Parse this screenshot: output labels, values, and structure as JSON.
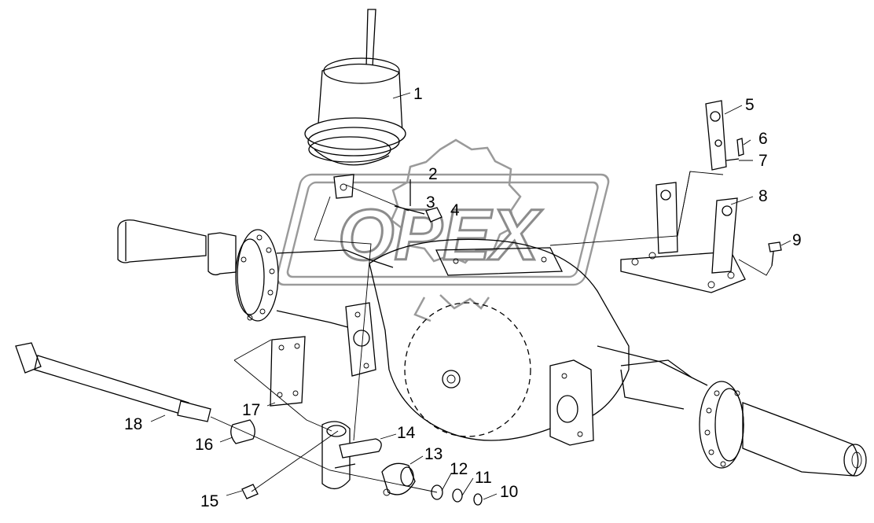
{
  "diagram": {
    "watermark_text": "OPEX",
    "labels": [
      "1",
      "2",
      "3",
      "4",
      "5",
      "6",
      "7",
      "8",
      "9",
      "10",
      "11",
      "12",
      "13",
      "14",
      "15",
      "16",
      "17",
      "18"
    ]
  }
}
